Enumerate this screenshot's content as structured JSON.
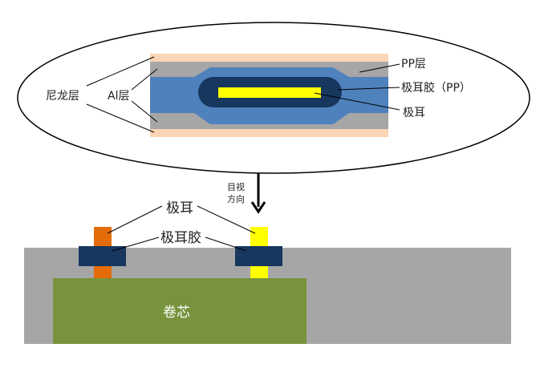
{
  "labels": {
    "pp_layer": "PP层",
    "tab_glue_pp": "极耳胶（PP）",
    "tab_cross": "极耳",
    "nylon_layer": "尼龙层",
    "al_layer": "Al层",
    "view_direction_line1": "目视",
    "view_direction_line2": "方向",
    "tab_bottom": "极耳",
    "tab_glue_bottom": "极耳胶",
    "jelly_roll": "卷芯"
  },
  "colors": {
    "nylon": "#fbd5b5",
    "aluminum": "#a6a6a6",
    "pp_glue": "#4f81bd",
    "inner_core": "#17375e",
    "tab_yellow": "#ffff00",
    "tab_orange": "#e36c09",
    "pouch_gray": "#a6a6a6",
    "jelly_roll_green": "#77933c"
  }
}
